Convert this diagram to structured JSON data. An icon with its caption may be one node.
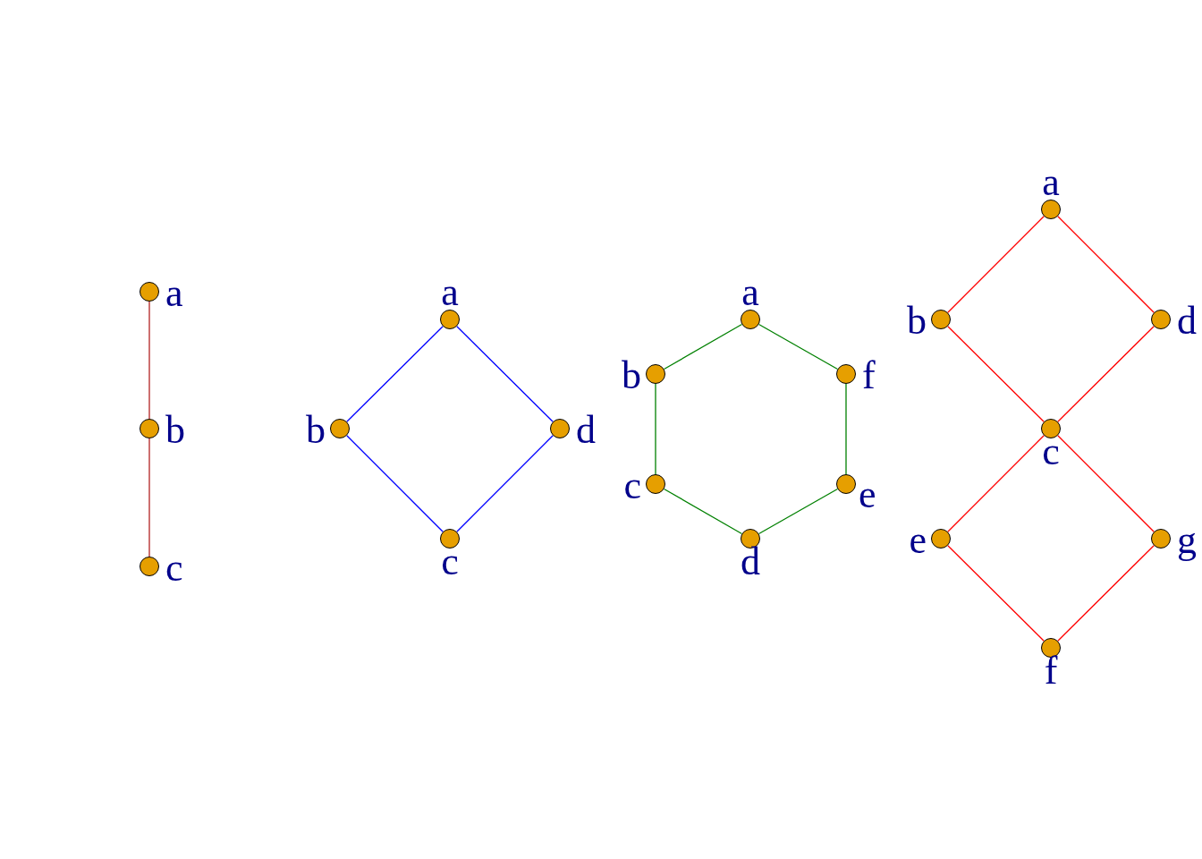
{
  "diagram": {
    "nodes": [
      {
        "text": [],
        "shape": "circle",
        "beside": [
          "a"
        ]
      },
      {
        "text": [],
        "shape": "circle",
        "beside": [
          "b"
        ]
      },
      {
        "text": [],
        "shape": "circle",
        "beside": [
          "c"
        ]
      },
      {
        "text": [],
        "shape": "circle",
        "beside": [
          "a"
        ]
      },
      {
        "text": [],
        "shape": "circle",
        "beside": [
          "b"
        ]
      },
      {
        "text": [],
        "shape": "circle",
        "beside": [
          "d"
        ]
      },
      {
        "text": [],
        "shape": "circle",
        "beside": [
          "c"
        ]
      },
      {
        "text": [],
        "shape": "circle",
        "beside": [
          "a"
        ]
      },
      {
        "text": [],
        "shape": "circle",
        "beside": [
          "b"
        ]
      },
      {
        "text": [],
        "shape": "circle",
        "beside": [
          "f"
        ]
      },
      {
        "text": [],
        "shape": "circle",
        "beside": [
          "c"
        ]
      },
      {
        "text": [],
        "shape": "circle",
        "beside": [
          "e"
        ]
      },
      {
        "text": [],
        "shape": "circle",
        "beside": [
          "d"
        ]
      },
      {
        "text": [],
        "shape": "circle",
        "beside": [
          "a"
        ]
      },
      {
        "text": [],
        "shape": "circle",
        "beside": [
          "b"
        ]
      },
      {
        "text": [],
        "shape": "circle",
        "beside": [
          "d"
        ]
      },
      {
        "text": [],
        "shape": "circle",
        "beside": [
          "c"
        ]
      },
      {
        "text": [],
        "shape": "circle",
        "beside": [
          "e"
        ]
      },
      {
        "text": [],
        "shape": "circle",
        "beside": [
          "g"
        ]
      },
      {
        "text": [],
        "shape": "circle",
        "beside": [
          "f"
        ]
      }
    ],
    "edges": [
      {
        "from": 0,
        "to": 1,
        "arrow": "none",
        "color": "#b22222"
      },
      {
        "from": 1,
        "to": 2,
        "arrow": "none",
        "color": "#b22222"
      },
      {
        "from": 3,
        "to": 4,
        "arrow": "none",
        "color": "#0000ff"
      },
      {
        "from": 3,
        "to": 5,
        "arrow": "none",
        "color": "#0000ff"
      },
      {
        "from": 4,
        "to": 6,
        "arrow": "none",
        "color": "#0000ff"
      },
      {
        "from": 5,
        "to": 6,
        "arrow": "none",
        "color": "#0000ff"
      },
      {
        "from": 7,
        "to": 8,
        "arrow": "none",
        "color": "#008000"
      },
      {
        "from": 7,
        "to": 9,
        "arrow": "none",
        "color": "#008000"
      },
      {
        "from": 8,
        "to": 10,
        "arrow": "none",
        "color": "#008000"
      },
      {
        "from": 9,
        "to": 11,
        "arrow": "none",
        "color": "#008000"
      },
      {
        "from": 10,
        "to": 12,
        "arrow": "none",
        "color": "#008000"
      },
      {
        "from": 11,
        "to": 12,
        "arrow": "none",
        "color": "#008000"
      },
      {
        "from": 13,
        "to": 14,
        "arrow": "none"
      },
      {
        "from": 13,
        "to": 15,
        "arrow": "none"
      },
      {
        "from": 14,
        "to": 16,
        "arrow": "none"
      },
      {
        "from": 15,
        "to": 16,
        "arrow": "none"
      },
      {
        "from": 16,
        "to": 17,
        "arrow": "none"
      },
      {
        "from": 16,
        "to": 18,
        "arrow": "none"
      },
      {
        "from": 17,
        "to": 19,
        "arrow": "none"
      },
      {
        "from": 18,
        "to": 19,
        "arrow": "none"
      }
    ]
  }
}
